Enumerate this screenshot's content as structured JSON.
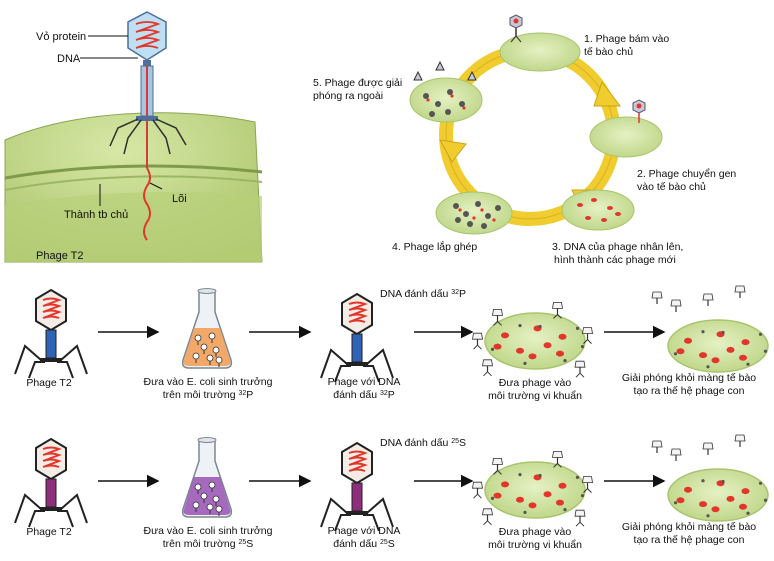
{
  "panel_attach": {
    "labels": {
      "capsid": "Vỏ protein",
      "dna": "DNA",
      "cell_wall": "Thành tb chủ",
      "core": "Lõi",
      "phage": "Phage T2"
    }
  },
  "cycle": {
    "steps": [
      {
        "line1": "1. Phage bám vào",
        "line2": "tế bào chủ"
      },
      {
        "line1": "2. Phage chuyển gen",
        "line2": "vào tế bào chủ"
      },
      {
        "line1": "3. DNA của phage nhân lên,",
        "line2": "hình thành các phage mới"
      },
      {
        "line1": "4. Phage lắp ghép",
        "line2": ""
      },
      {
        "line1": "5. Phage được giải",
        "line2": "phóng ra ngoài"
      }
    ]
  },
  "experiments": [
    {
      "phage_label": "Phage T2",
      "culture_line1": "Đưa vào E. coli sinh trưởng",
      "culture_line2": "trên môi trường ",
      "isotope_mass": "32",
      "isotope_elem": "P",
      "marked_label": "DNA đánh dấu ",
      "labeled_line1": "Phage với DNA",
      "labeled_line2": "đánh dấu ",
      "infect_line1": "Đưa phage vào",
      "infect_line2": "môi trường vi khuẩn",
      "release_line1": "Giải phóng khỏi màng tế bào",
      "release_line2": "tạo ra thế hệ phage con",
      "flask_color": "#f2a05a",
      "band_color": "#2f63b5"
    },
    {
      "phage_label": "Phage T2",
      "culture_line1": "Đưa vào E. coli sinh trưởng",
      "culture_line2": "trên môi trường ",
      "isotope_mass": "25",
      "isotope_elem": "S",
      "marked_label": "DNA đánh dấu ",
      "labeled_line1": "Phage với DNA",
      "labeled_line2": "đánh dấu ",
      "infect_line1": "Đưa phage vào",
      "infect_line2": "môi trường vi khuẩn",
      "release_line1": "Giải phóng khỏi màng tế bào",
      "release_line2": "tạo ra thế hệ phage con",
      "flask_color": "#9c5bb8",
      "band_color": "#8e2f7e"
    }
  ],
  "colors": {
    "cell_green": "#d4e6a6",
    "cell_edge": "#a9c46e",
    "cycle_arrow": "#f0cc2e",
    "dna_red": "#e3362b"
  }
}
